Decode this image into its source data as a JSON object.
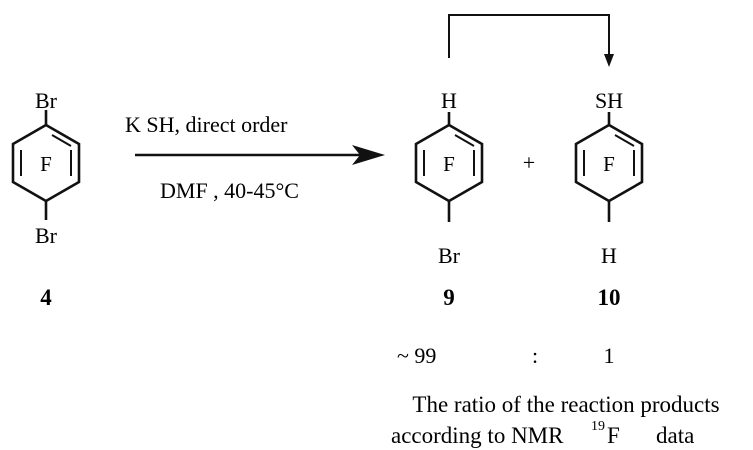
{
  "starting_material": {
    "top_substituent": "Br",
    "ring_label": "F",
    "bottom_substituent": "Br",
    "number": "4"
  },
  "reaction_conditions": {
    "reagent": "K SH,  direct order",
    "solvent_temperature": "DMF , 40-45°C"
  },
  "products": [
    {
      "top_substituent": "H",
      "ring_label": "F",
      "bottom_substituent": "Br",
      "number": "9"
    },
    {
      "top_substituent": "SH",
      "ring_label": "F",
      "bottom_substituent": "H",
      "number": "10"
    }
  ],
  "plus_sign": "+",
  "ratio": {
    "prefix": "~ 99",
    "separator": ":",
    "value": "1"
  },
  "caption": {
    "line1": "The ratio of the reaction products",
    "line2_prefix": "according to  NMR",
    "superscript": "19",
    "line2_element": "F",
    "line2_suffix": "data"
  }
}
